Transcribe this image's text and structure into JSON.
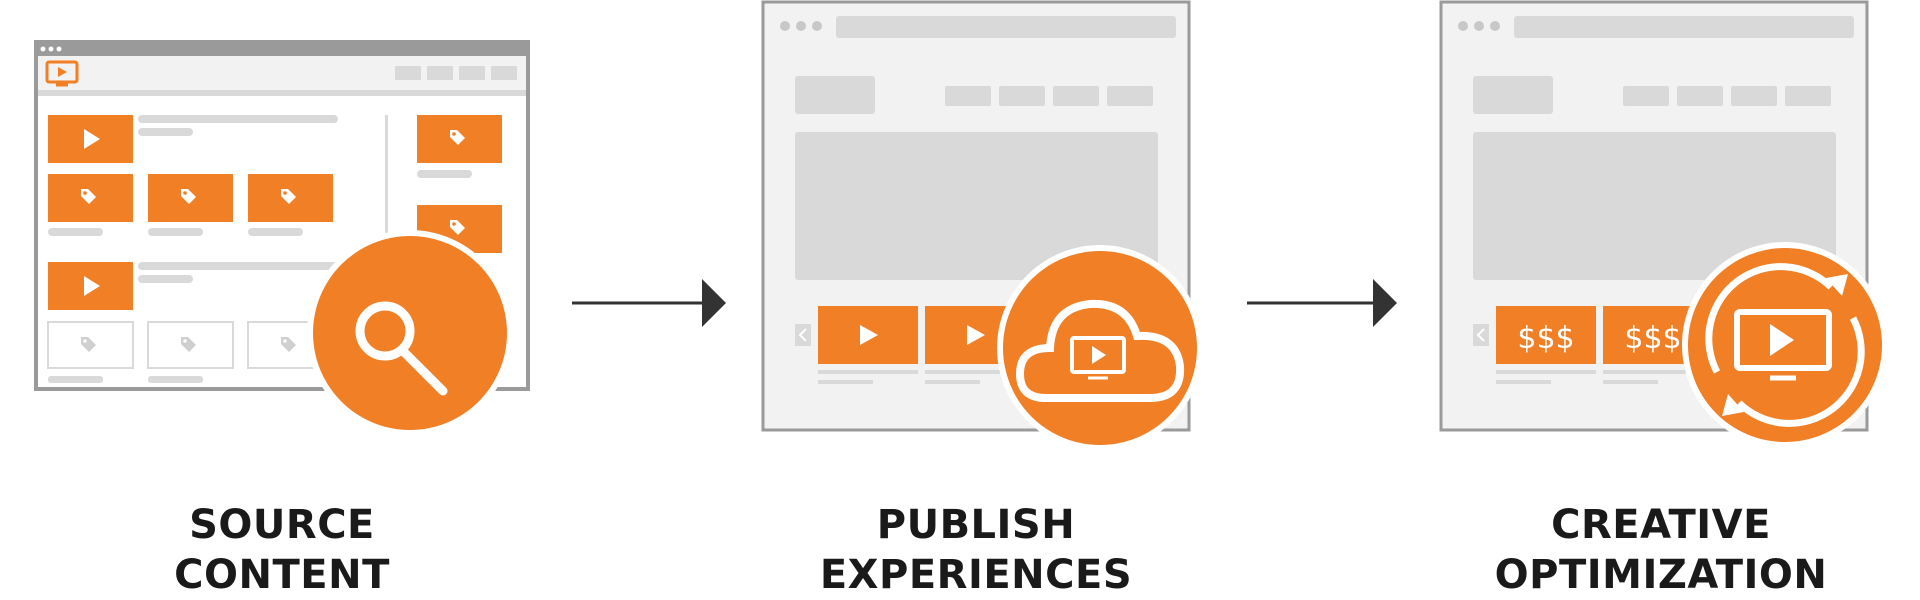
{
  "colors": {
    "accent": "#f07f26",
    "frame": "#9a9a9a",
    "placeholder": "#d9d9d9",
    "panel": "#f2f2f2",
    "arrow": "#333333",
    "text": "#1a1a1a"
  },
  "steps": [
    {
      "id": "source",
      "line1": "SOURCE",
      "line2": "CONTENT",
      "badge_icon": "magnifier-icon"
    },
    {
      "id": "publish",
      "line1": "PUBLISH",
      "line2": "EXPERIENCES",
      "badge_icon": "cloud-video-icon"
    },
    {
      "id": "optimize",
      "line1": "CREATIVE",
      "line2": "OPTIMIZATION",
      "badge_icon": "refresh-video-icon"
    }
  ],
  "price_tile_text": "$$$"
}
